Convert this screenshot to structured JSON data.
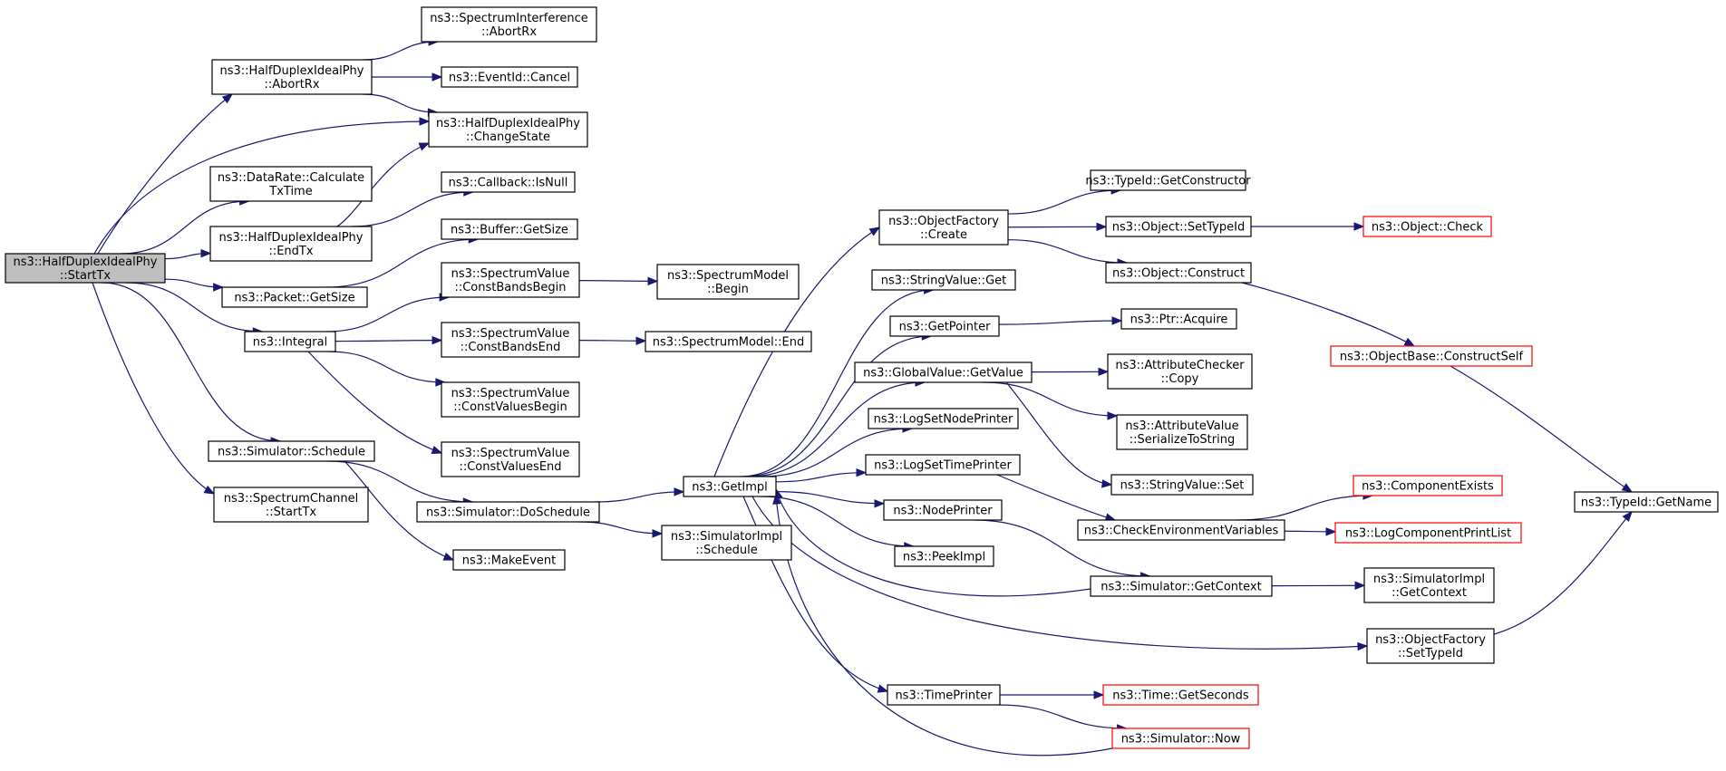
{
  "graph": {
    "nodes": [
      {
        "id": "root",
        "lines": [
          "ns3::HalfDuplexIdealPhy",
          "::StartTx"
        ],
        "style": "root"
      },
      {
        "id": "hdAbort",
        "lines": [
          "ns3::HalfDuplexIdealPhy",
          "::AbortRx"
        ],
        "style": "normal"
      },
      {
        "id": "dataRate",
        "lines": [
          "ns3::DataRate::Calculate",
          "TxTime"
        ],
        "style": "normal"
      },
      {
        "id": "endTx",
        "lines": [
          "ns3::HalfDuplexIdealPhy",
          "::EndTx"
        ],
        "style": "normal"
      },
      {
        "id": "pktSize",
        "lines": [
          "ns3::Packet::GetSize"
        ],
        "style": "normal"
      },
      {
        "id": "integral",
        "lines": [
          "ns3::Integral"
        ],
        "style": "normal"
      },
      {
        "id": "simSchedule",
        "lines": [
          "ns3::Simulator::Schedule"
        ],
        "style": "normal"
      },
      {
        "id": "specChanStart",
        "lines": [
          "ns3::SpectrumChannel",
          "::StartTx"
        ],
        "style": "normal"
      },
      {
        "id": "specIntAbort",
        "lines": [
          "ns3::SpectrumInterference",
          "::AbortRx"
        ],
        "style": "normal"
      },
      {
        "id": "eventCancel",
        "lines": [
          "ns3::EventId::Cancel"
        ],
        "style": "normal"
      },
      {
        "id": "changeState",
        "lines": [
          "ns3::HalfDuplexIdealPhy",
          "::ChangeState"
        ],
        "style": "normal"
      },
      {
        "id": "cbIsNull",
        "lines": [
          "ns3::Callback::IsNull"
        ],
        "style": "normal"
      },
      {
        "id": "bufSize",
        "lines": [
          "ns3::Buffer::GetSize"
        ],
        "style": "normal"
      },
      {
        "id": "cbBegin",
        "lines": [
          "ns3::SpectrumValue",
          "::ConstBandsBegin"
        ],
        "style": "normal"
      },
      {
        "id": "cbEnd",
        "lines": [
          "ns3::SpectrumValue",
          "::ConstBandsEnd"
        ],
        "style": "normal"
      },
      {
        "id": "cvBegin",
        "lines": [
          "ns3::SpectrumValue",
          "::ConstValuesBegin"
        ],
        "style": "normal"
      },
      {
        "id": "cvEnd",
        "lines": [
          "ns3::SpectrumValue",
          "::ConstValuesEnd"
        ],
        "style": "normal"
      },
      {
        "id": "doSchedule",
        "lines": [
          "ns3::Simulator::DoSchedule"
        ],
        "style": "normal"
      },
      {
        "id": "makeEvent",
        "lines": [
          "ns3::MakeEvent"
        ],
        "style": "normal"
      },
      {
        "id": "smBegin",
        "lines": [
          "ns3::SpectrumModel",
          "::Begin"
        ],
        "style": "normal"
      },
      {
        "id": "smEnd",
        "lines": [
          "ns3::SpectrumModel::End"
        ],
        "style": "normal"
      },
      {
        "id": "getImpl",
        "lines": [
          "ns3::GetImpl"
        ],
        "style": "normal"
      },
      {
        "id": "simImplSchedule",
        "lines": [
          "ns3::SimulatorImpl",
          "::Schedule"
        ],
        "style": "normal"
      },
      {
        "id": "ofCreate",
        "lines": [
          "ns3::ObjectFactory",
          "::Create"
        ],
        "style": "normal"
      },
      {
        "id": "strGet",
        "lines": [
          "ns3::StringValue::Get"
        ],
        "style": "normal"
      },
      {
        "id": "getPointer",
        "lines": [
          "ns3::GetPointer"
        ],
        "style": "normal"
      },
      {
        "id": "gvGetValue",
        "lines": [
          "ns3::GlobalValue::GetValue"
        ],
        "style": "normal"
      },
      {
        "id": "logNode",
        "lines": [
          "ns3::LogSetNodePrinter"
        ],
        "style": "normal"
      },
      {
        "id": "logTime",
        "lines": [
          "ns3::LogSetTimePrinter"
        ],
        "style": "normal"
      },
      {
        "id": "nodePrinter",
        "lines": [
          "ns3::NodePrinter"
        ],
        "style": "normal"
      },
      {
        "id": "peekImpl",
        "lines": [
          "ns3::PeekImpl"
        ],
        "style": "normal"
      },
      {
        "id": "timePrinter",
        "lines": [
          "ns3::TimePrinter"
        ],
        "style": "normal"
      },
      {
        "id": "tidGetCtor",
        "lines": [
          "ns3::TypeId::GetConstructor"
        ],
        "style": "normal"
      },
      {
        "id": "objSetTid",
        "lines": [
          "ns3::Object::SetTypeId"
        ],
        "style": "normal"
      },
      {
        "id": "objConstruct",
        "lines": [
          "ns3::Object::Construct"
        ],
        "style": "normal"
      },
      {
        "id": "ptrAcquire",
        "lines": [
          "ns3::Ptr::Acquire"
        ],
        "style": "normal"
      },
      {
        "id": "acCopy",
        "lines": [
          "ns3::AttributeChecker",
          "::Copy"
        ],
        "style": "normal"
      },
      {
        "id": "avSerialize",
        "lines": [
          "ns3::AttributeValue",
          "::SerializeToString"
        ],
        "style": "normal"
      },
      {
        "id": "strSet",
        "lines": [
          "ns3::StringValue::Set"
        ],
        "style": "normal"
      },
      {
        "id": "checkEnv",
        "lines": [
          "ns3::CheckEnvironmentVariables"
        ],
        "style": "normal"
      },
      {
        "id": "simGetCtx",
        "lines": [
          "ns3::Simulator::GetContext"
        ],
        "style": "normal"
      },
      {
        "id": "timeGetSec",
        "lines": [
          "ns3::Time::GetSeconds"
        ],
        "style": "red"
      },
      {
        "id": "simNow",
        "lines": [
          "ns3::Simulator::Now"
        ],
        "style": "red"
      },
      {
        "id": "objCheck",
        "lines": [
          "ns3::Object::Check"
        ],
        "style": "red"
      },
      {
        "id": "obConstructSelf",
        "lines": [
          "ns3::ObjectBase::ConstructSelf"
        ],
        "style": "red"
      },
      {
        "id": "compExists",
        "lines": [
          "ns3::ComponentExists"
        ],
        "style": "red"
      },
      {
        "id": "logCompPrint",
        "lines": [
          "ns3::LogComponentPrintList"
        ],
        "style": "red"
      },
      {
        "id": "simImplGetCtx",
        "lines": [
          "ns3::SimulatorImpl",
          "::GetContext"
        ],
        "style": "normal"
      },
      {
        "id": "ofSetTid",
        "lines": [
          "ns3::ObjectFactory",
          "::SetTypeId"
        ],
        "style": "normal"
      },
      {
        "id": "tidGetName",
        "lines": [
          "ns3::TypeId::GetName"
        ],
        "style": "normal"
      }
    ],
    "edges": [
      [
        "root",
        "hdAbort"
      ],
      [
        "root",
        "changeState"
      ],
      [
        "root",
        "dataRate"
      ],
      [
        "root",
        "endTx"
      ],
      [
        "root",
        "pktSize"
      ],
      [
        "root",
        "integral"
      ],
      [
        "root",
        "simSchedule"
      ],
      [
        "root",
        "specChanStart"
      ],
      [
        "hdAbort",
        "specIntAbort"
      ],
      [
        "hdAbort",
        "eventCancel"
      ],
      [
        "hdAbort",
        "changeState"
      ],
      [
        "endTx",
        "changeState"
      ],
      [
        "endTx",
        "cbIsNull"
      ],
      [
        "pktSize",
        "bufSize"
      ],
      [
        "integral",
        "cbBegin"
      ],
      [
        "integral",
        "cbEnd"
      ],
      [
        "integral",
        "cvBegin"
      ],
      [
        "integral",
        "cvEnd"
      ],
      [
        "cbBegin",
        "smBegin"
      ],
      [
        "cbEnd",
        "smEnd"
      ],
      [
        "simSchedule",
        "doSchedule"
      ],
      [
        "simSchedule",
        "makeEvent"
      ],
      [
        "doSchedule",
        "getImpl"
      ],
      [
        "doSchedule",
        "simImplSchedule"
      ],
      [
        "getImpl",
        "ofCreate"
      ],
      [
        "getImpl",
        "strGet"
      ],
      [
        "getImpl",
        "getPointer"
      ],
      [
        "getImpl",
        "gvGetValue"
      ],
      [
        "getImpl",
        "logNode"
      ],
      [
        "getImpl",
        "logTime"
      ],
      [
        "getImpl",
        "nodePrinter"
      ],
      [
        "getImpl",
        "peekImpl"
      ],
      [
        "getImpl",
        "timePrinter"
      ],
      [
        "getImpl",
        "ofSetTid"
      ],
      [
        "ofCreate",
        "tidGetCtor"
      ],
      [
        "ofCreate",
        "objSetTid"
      ],
      [
        "ofCreate",
        "objConstruct"
      ],
      [
        "objSetTid",
        "objCheck"
      ],
      [
        "objConstruct",
        "obConstructSelf"
      ],
      [
        "obConstructSelf",
        "tidGetName"
      ],
      [
        "getPointer",
        "ptrAcquire"
      ],
      [
        "gvGetValue",
        "acCopy"
      ],
      [
        "gvGetValue",
        "avSerialize"
      ],
      [
        "gvGetValue",
        "strSet"
      ],
      [
        "logTime",
        "checkEnv"
      ],
      [
        "checkEnv",
        "compExists"
      ],
      [
        "checkEnv",
        "logCompPrint"
      ],
      [
        "nodePrinter",
        "simGetCtx"
      ],
      [
        "simGetCtx",
        "getImpl"
      ],
      [
        "simGetCtx",
        "simImplGetCtx"
      ],
      [
        "ofSetTid",
        "tidGetName"
      ],
      [
        "timePrinter",
        "timeGetSec"
      ],
      [
        "timePrinter",
        "simNow"
      ],
      [
        "simNow",
        "getImpl"
      ]
    ]
  },
  "colors": {
    "edge": "#191970",
    "root_fill": "#bfbfbf",
    "node_border": "#000000",
    "undocumented_border": "#ff0000"
  }
}
